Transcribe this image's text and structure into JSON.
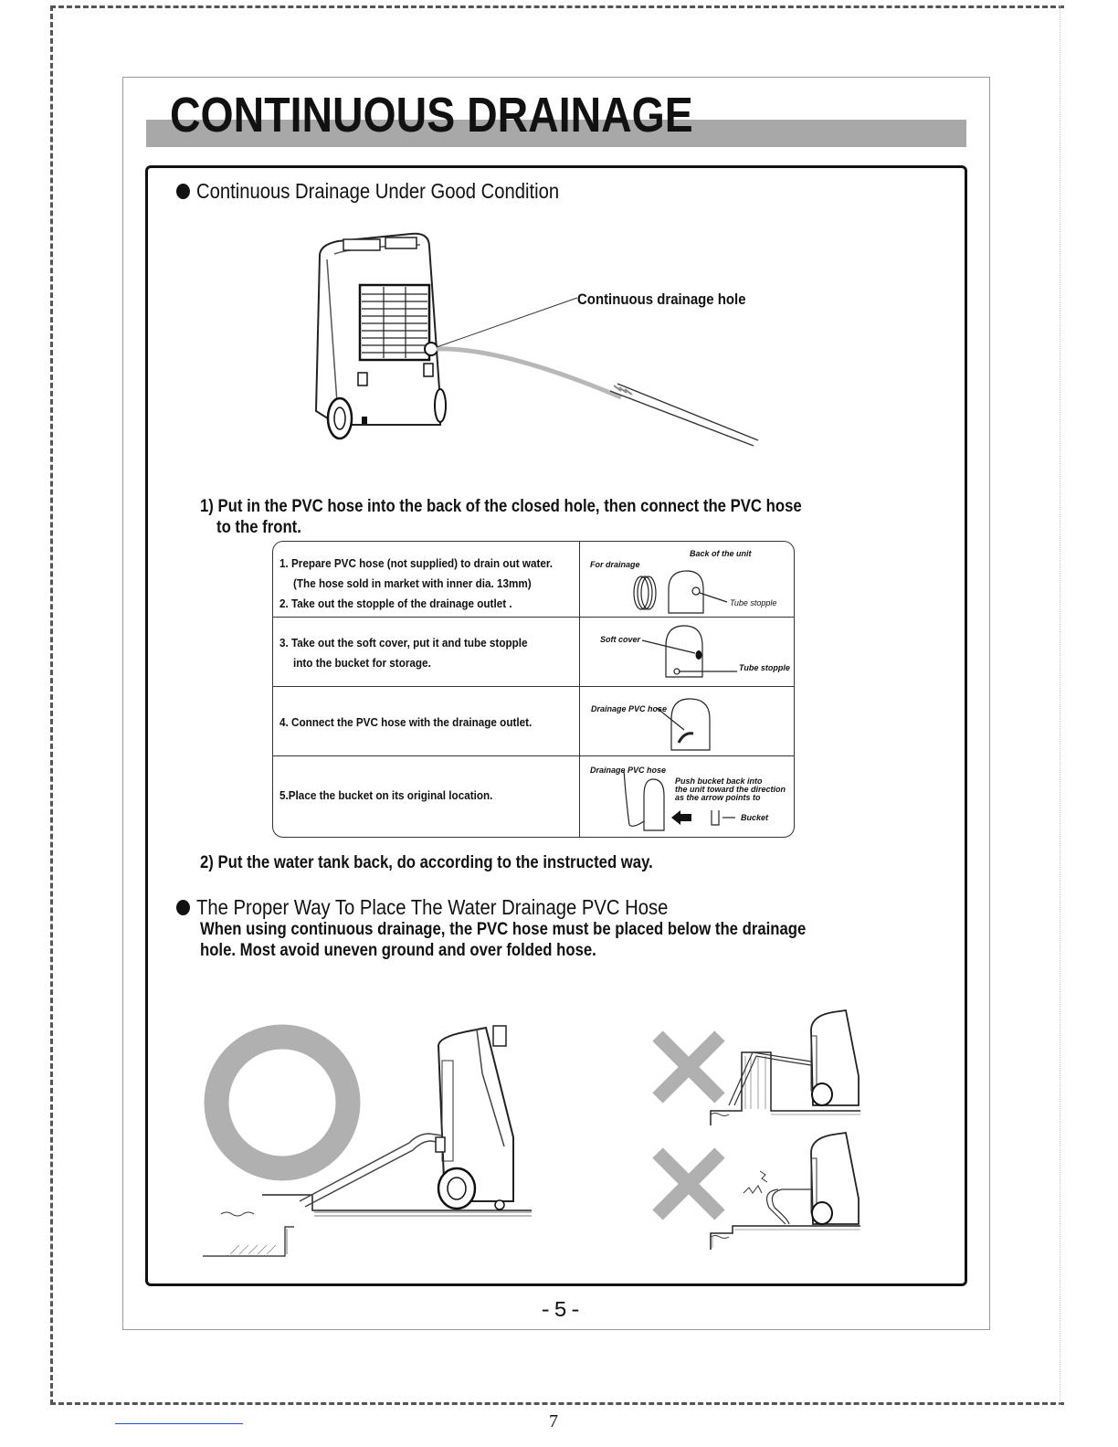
{
  "page": {
    "title": "CONTINUOUS DRAINAGE",
    "page_number": "-5-",
    "footer_number": "7"
  },
  "section1": {
    "heading": "Continuous Drainage Under Good Condition",
    "diagram_label": "Continuous drainage hole",
    "step1_line1": "1) Put in the PVC hose into the back of the closed hole, then connect the PVC hose",
    "step1_line2": "to the front.",
    "step2": "2) Put the water tank back, do according to the instructed way."
  },
  "table": {
    "rows": [
      {
        "lines": [
          "1. Prepare PVC hose (not supplied)  to drain out water.",
          "(The hose sold in market with inner dia. 13mm)",
          "2. Take out the stopple of the drainage outlet ."
        ],
        "labels": {
          "a": "For drainage",
          "b": "Back of the unit",
          "c": "Tube stopple"
        }
      },
      {
        "lines": [
          "3. Take out the soft cover, put it and tube stopple",
          "into the bucket for storage."
        ],
        "labels": {
          "a": "Soft cover",
          "b": "Tube stopple"
        }
      },
      {
        "lines": [
          "4. Connect the PVC hose with the drainage outlet."
        ],
        "labels": {
          "a": "Drainage PVC hose"
        }
      },
      {
        "lines": [
          "5.Place the bucket on its original location."
        ],
        "labels": {
          "a": "Drainage PVC hose",
          "b1": "Push bucket back into",
          "b2": "the unit toward the direction",
          "b3": "as the arrow points to",
          "c": "Bucket"
        }
      }
    ]
  },
  "section2": {
    "heading": "The Proper Way To Place The Water Drainage PVC Hose",
    "line1": "When using continuous drainage, the PVC hose must be placed below the drainage",
    "line2": "hole. Most avoid uneven ground and over folded hose."
  },
  "colors": {
    "title_bar": "#a8a8a8",
    "ink": "#111111",
    "mark_gray": "#b0b0b0"
  }
}
